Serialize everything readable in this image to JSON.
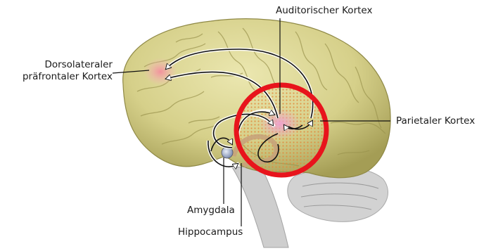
{
  "labels": {
    "dorsolateral_line1": "Dorsolateraler",
    "dorsolateral_line2": "präfrontaler Kortex",
    "auditory": "Auditorischer Kortex",
    "parietal": "Parietaler Kortex",
    "amygdala": "Amygdala",
    "hippocampus": "Hippocampus"
  },
  "colors": {
    "brain_fill": "#d9d48f",
    "brain_shadow": "#a9a25a",
    "highlight_circle": "#e8141c",
    "dlpfc_glow": "#f7a7b0",
    "auditory_glow": "#e9a6c3",
    "region_dots": "#e08a3c",
    "arrow_stroke": "#111111",
    "cerebellum": "#b8b8b8"
  }
}
